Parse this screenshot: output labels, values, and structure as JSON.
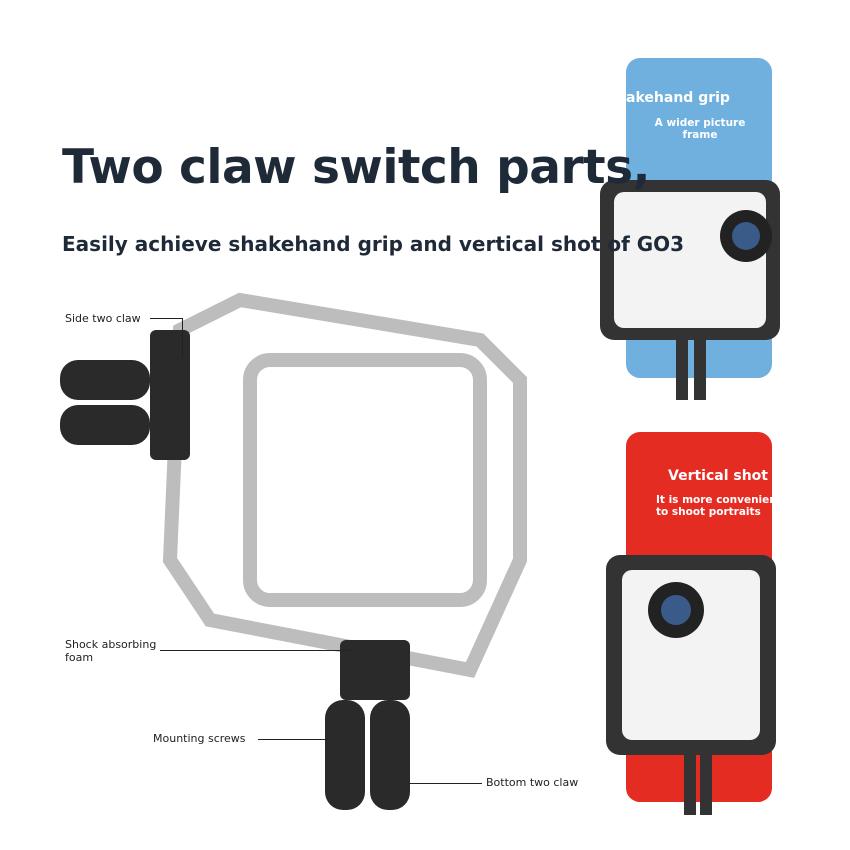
{
  "headline": "Two claw switch parts,",
  "subtitle": "Easily achieve shakehand grip and vertical shot of GO3",
  "panels": {
    "shakehand": {
      "title": "Shakehand grip",
      "desc": "A wider picture frame",
      "color": "#6fb0de"
    },
    "vertical": {
      "title": "Vertical shot",
      "desc": "It is more convenient to shoot portraits",
      "color": "#e52c23"
    }
  },
  "callouts": {
    "side_claw": "Side two claw",
    "foam": "Shock absorbing foam",
    "screws": "Mounting screws",
    "bottom_claw": "Bottom two claw"
  }
}
